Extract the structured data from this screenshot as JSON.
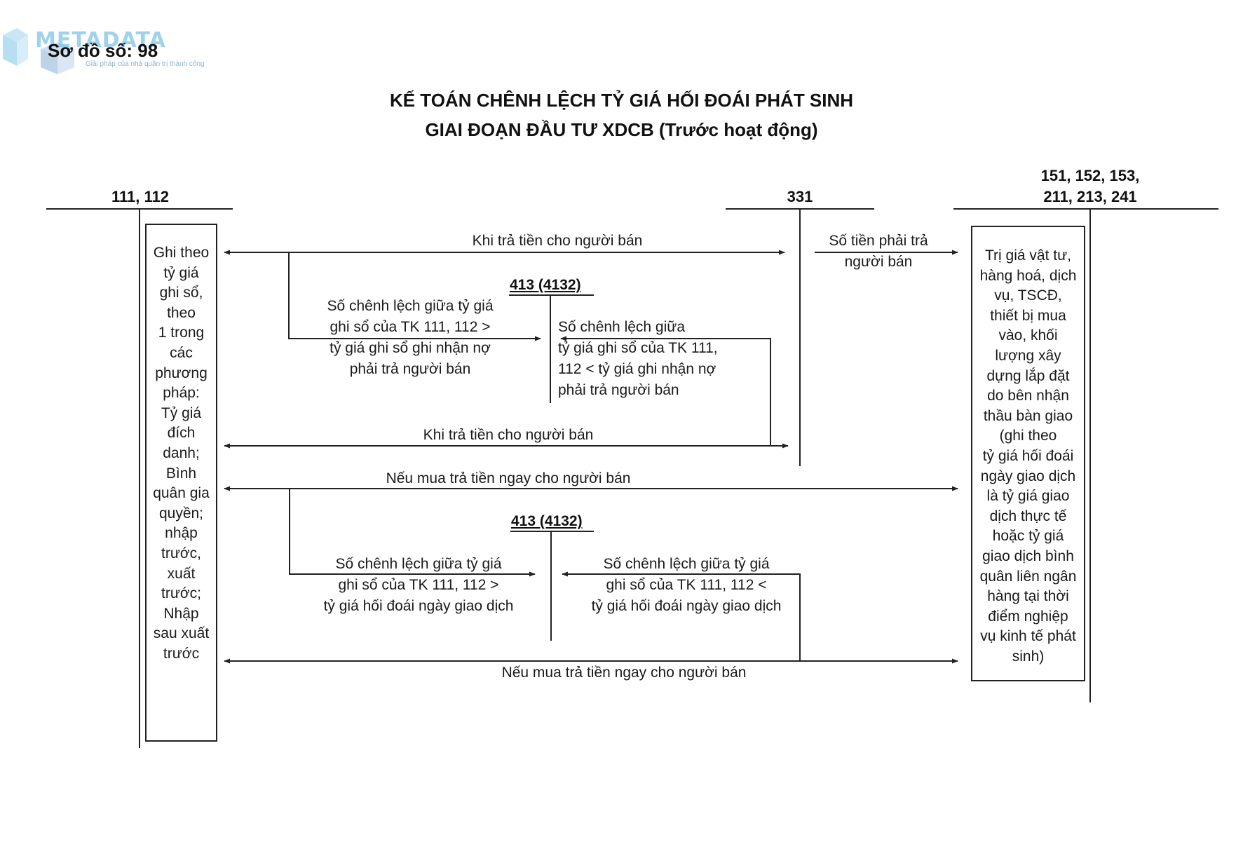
{
  "header": {
    "diagram_number": "Sơ đồ số: 98",
    "logo": {
      "wordmark": "METADATA",
      "tagline": "Giải pháp của nhà quản trị thành công"
    },
    "title_line1": "KẾ TOÁN CHÊNH LỆCH TỶ GIÁ HỐI ĐOÁI PHÁT SINH",
    "title_line2": "GIAI ĐOẠN ĐẦU TƯ XDCB (Trước hoạt động)"
  },
  "accounts": {
    "cash": "111, 112",
    "payable": "331",
    "assets": "151, 152, 153,\n211, 213, 241",
    "fx_diff_top": "413 (4132)",
    "fx_diff_bottom": "413 (4132)"
  },
  "boxes": {
    "cash_rate_note": "Ghi theo\ntỷ giá\nghi sổ,\ntheo\n1 trong\ncác\nphương\npháp:\nTỷ giá\nđích\ndanh;\nBình\nquân gia\nquyền;\nnhập\ntrước,\nxuất\ntrước;\nNhập\nsau xuất\ntrước",
    "asset_value_note": "Trị giá vật tư,\nhàng hoá, dịch\nvụ, TSCĐ,\nthiết bị mua\nvào, khối\nlượng xây\ndựng lắp đặt\ndo bên nhận\nthầu bàn giao\n(ghi theo\ntỷ giá hối đoái\nngày giao dịch\nlà tỷ giá giao\ndịch thực tế\nhoặc tỷ giá\ngiao dịch bình\nquân liên ngân\nhàng tại thời\nđiểm nghiệp\nvụ kinh tế phát\nsinh)"
  },
  "flows": {
    "pay_seller_1": "Khi trả tiền cho người bán",
    "amount_payable": "Số tiền phải trả\nngười bán",
    "diff_book_gt_payable": "Số chênh lệch giữa tỷ giá\nghi sổ của  TK 111, 112 >\ntỷ giá ghi sổ ghi nhận nợ\nphải trả người bán",
    "diff_book_lt_payable": "Số chênh lệch giữa\ntỷ giá ghi sổ của TK 111,\n112 < tỷ giá ghi nhận nợ\nphải trả người bán",
    "pay_seller_2": "Khi trả tiền cho người bán",
    "buy_pay_now_1": "Nếu mua trả tiền ngay cho người bán",
    "diff_book_gt_transaction": "Số chênh lệch giữa tỷ giá\nghi sổ của TK 111, 112 >\ntỷ giá hối đoái ngày giao dịch",
    "diff_book_lt_transaction": "Số chênh lệch giữa tỷ giá\nghi sổ của TK 111, 112 <\ntỷ giá hối đoái ngày giao dịch",
    "buy_pay_now_2": "Nếu mua trả tiền ngay cho người bán"
  },
  "colors": {
    "line": "#222222",
    "text": "#1a1a1a",
    "logo_accent": "#7fc4e8"
  }
}
